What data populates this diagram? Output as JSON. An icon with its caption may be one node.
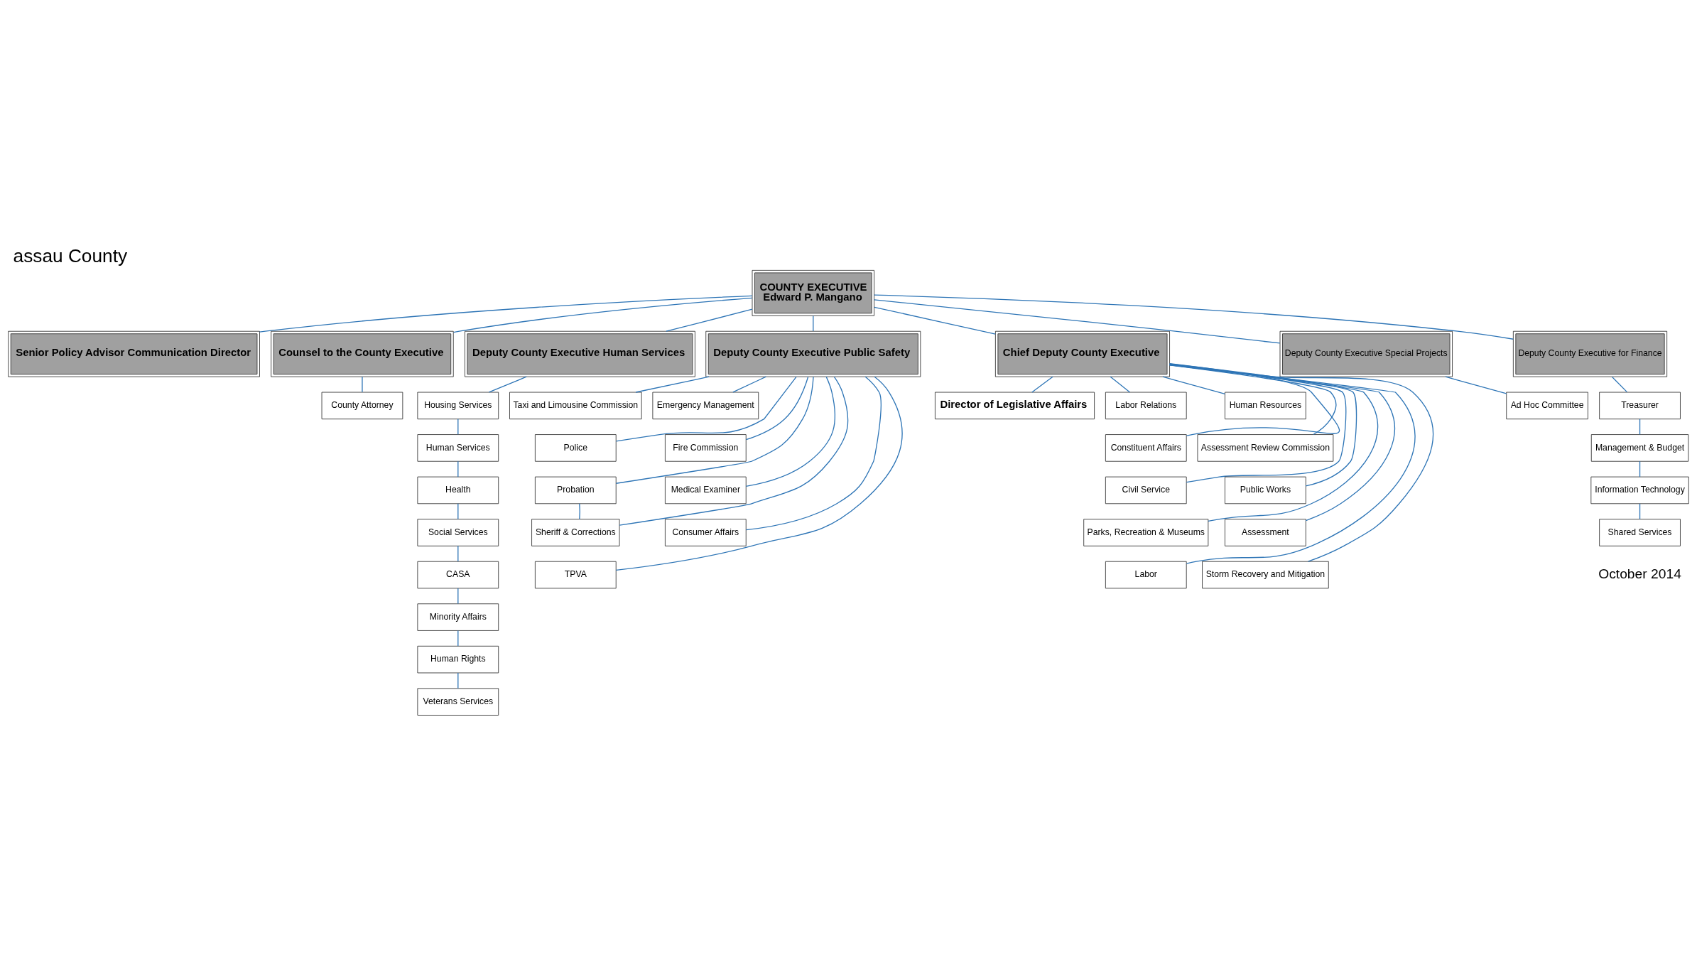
{
  "diagram": {
    "title": "assau County",
    "nodes": [
      {
        "text": [
          "COUNTY EXECUTIVE",
          "Edward P. Mangano"
        ]
      },
      {
        "text": [
          "Senior Policy Advisor Communication Director"
        ]
      },
      {
        "text": [
          "Counsel to the County Executive"
        ]
      },
      {
        "text": [
          "County Attorney"
        ]
      },
      {
        "text": [
          "Deputy County Executive Human Services"
        ]
      },
      {
        "text": [
          "Deputy County Executive Public Safety"
        ]
      },
      {
        "text": [
          "Chief Deputy County Executive"
        ]
      },
      {
        "text": [
          "Director of Legislative Affairs"
        ]
      },
      {
        "text": [
          "Deputy County Executive Special Projects"
        ]
      },
      {
        "text": [
          "Deputy County Executive for Finance"
        ]
      },
      {
        "text": [
          "Housing Services"
        ]
      },
      {
        "text": [
          "Human Services"
        ]
      },
      {
        "text": [
          "Health"
        ]
      },
      {
        "text": [
          "Social Services"
        ]
      },
      {
        "text": [
          "CASA"
        ]
      },
      {
        "text": [
          "Minority Affairs"
        ]
      },
      {
        "text": [
          "Human Rights"
        ]
      },
      {
        "text": [
          "Veterans Services"
        ]
      },
      {
        "text": [
          "Taxi and Limousine Commission"
        ]
      },
      {
        "text": [
          "Emergency Management"
        ]
      },
      {
        "text": [
          "Police"
        ]
      },
      {
        "text": [
          "Fire Commission"
        ]
      },
      {
        "text": [
          "Probation"
        ]
      },
      {
        "text": [
          "Medical Examiner"
        ]
      },
      {
        "text": [
          "Sheriff & Corrections"
        ]
      },
      {
        "text": [
          "Consumer Affairs"
        ]
      },
      {
        "text": [
          "TPVA"
        ]
      },
      {
        "text": [
          "Labor Relations"
        ]
      },
      {
        "text": [
          "Human Resources"
        ]
      },
      {
        "text": [
          "Constituent Affairs"
        ]
      },
      {
        "text": [
          "Assessment Review Commission"
        ]
      },
      {
        "text": [
          "Civil Service"
        ]
      },
      {
        "text": [
          "Public Works"
        ]
      },
      {
        "text": [
          "Parks, Recreation & Museums"
        ]
      },
      {
        "text": [
          "Assessment"
        ]
      },
      {
        "text": [
          "Labor"
        ]
      },
      {
        "text": [
          "Storm Recovery and Mitigation"
        ]
      },
      {
        "text": [
          "Ad Hoc Committee"
        ]
      },
      {
        "text": [
          "Treasurer"
        ]
      },
      {
        "text": [
          "Management & Budget"
        ]
      },
      {
        "text": [
          "Information Technology"
        ]
      },
      {
        "text": [
          "Shared Services"
        ]
      }
    ],
    "edges": [
      {
        "from": 0,
        "to": 4,
        "arrow": "none"
      },
      {
        "from": 0,
        "to": 5,
        "arrow": "none"
      },
      {
        "from": 0,
        "to": 1,
        "arrow": "none"
      },
      {
        "from": 0,
        "to": 6,
        "arrow": "none"
      },
      {
        "from": 0,
        "to": 2,
        "arrow": "none"
      },
      {
        "from": 0,
        "to": 8,
        "arrow": "none"
      },
      {
        "from": 0,
        "to": 9,
        "arrow": "none"
      },
      {
        "from": 2,
        "to": 3,
        "arrow": "none"
      },
      {
        "from": 6,
        "to": 7,
        "arrow": "none"
      },
      {
        "from": 4,
        "to": 10,
        "arrow": "none"
      },
      {
        "from": 10,
        "to": 11,
        "arrow": "none"
      },
      {
        "from": 11,
        "to": 12,
        "arrow": "none"
      },
      {
        "from": 12,
        "to": 13,
        "arrow": "none"
      },
      {
        "from": 13,
        "to": 14,
        "arrow": "none"
      },
      {
        "from": 14,
        "to": 15,
        "arrow": "none"
      },
      {
        "from": 15,
        "to": 16,
        "arrow": "none"
      },
      {
        "from": 16,
        "to": 17,
        "arrow": "none"
      },
      {
        "from": 5,
        "to": 18,
        "arrow": "none"
      },
      {
        "from": 5,
        "to": 19,
        "arrow": "none"
      },
      {
        "from": 5,
        "to": 20,
        "arrow": "none"
      },
      {
        "from": 5,
        "to": 21,
        "arrow": "none"
      },
      {
        "from": 5,
        "to": 22,
        "arrow": "none"
      },
      {
        "from": 5,
        "to": 23,
        "arrow": "none"
      },
      {
        "from": 22,
        "to": 24,
        "arrow": "none"
      },
      {
        "from": 5,
        "to": 24,
        "arrow": "none"
      },
      {
        "from": 5,
        "to": 25,
        "arrow": "none"
      },
      {
        "from": 5,
        "to": 26,
        "arrow": "none"
      },
      {
        "from": 6,
        "to": 27,
        "arrow": "none"
      },
      {
        "from": 6,
        "to": 28,
        "arrow": "none"
      },
      {
        "from": 6,
        "to": 29,
        "arrow": "none"
      },
      {
        "from": 6,
        "to": 30,
        "arrow": "none"
      },
      {
        "from": 6,
        "to": 31,
        "arrow": "none"
      },
      {
        "from": 6,
        "to": 32,
        "arrow": "none"
      },
      {
        "from": 6,
        "to": 33,
        "arrow": "none"
      },
      {
        "from": 6,
        "to": 34,
        "arrow": "none"
      },
      {
        "from": 6,
        "to": 35,
        "arrow": "none"
      },
      {
        "from": 6,
        "to": 36,
        "arrow": "none"
      },
      {
        "from": 8,
        "to": 37,
        "arrow": "none"
      },
      {
        "from": 9,
        "to": 38,
        "arrow": "none"
      },
      {
        "from": 38,
        "to": 39,
        "arrow": "none"
      },
      {
        "from": 39,
        "to": 40,
        "arrow": "none"
      },
      {
        "from": 40,
        "to": 41,
        "arrow": "none"
      }
    ],
    "labels": [
      "October 2014"
    ]
  }
}
